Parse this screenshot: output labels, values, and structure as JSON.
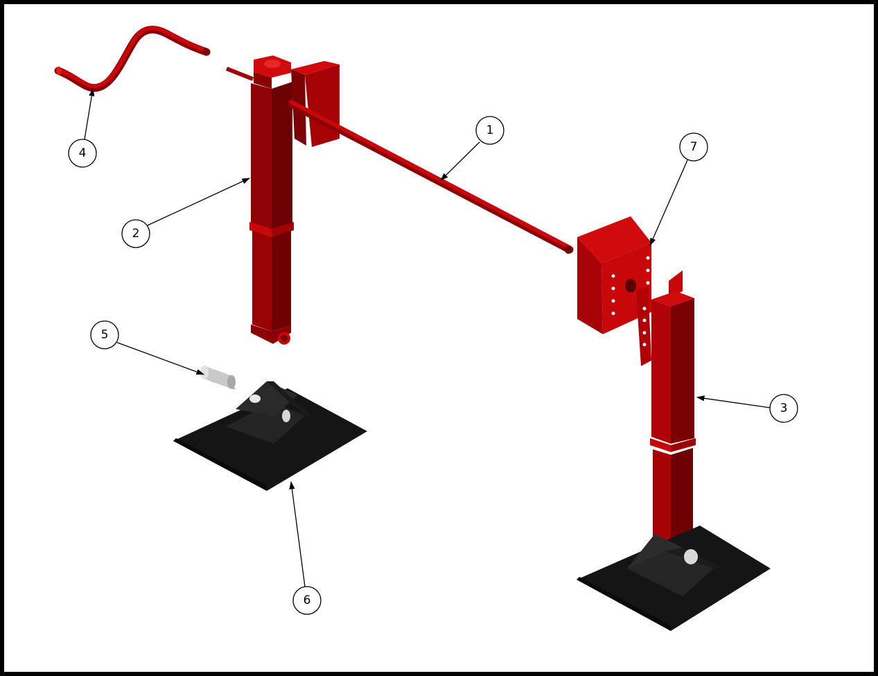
{
  "drawing": {
    "colors": {
      "frame": "#000000",
      "part_red": "#c8070b",
      "part_red_dark": "#7a0104",
      "part_red_light": "#e01a1c",
      "foot_black": "#151515",
      "pin_gray": "#c9c9c9"
    },
    "callouts": [
      {
        "id": "callout-1",
        "label": "1"
      },
      {
        "id": "callout-2",
        "label": "2"
      },
      {
        "id": "callout-3",
        "label": "3"
      },
      {
        "id": "callout-4",
        "label": "4"
      },
      {
        "id": "callout-5",
        "label": "5"
      },
      {
        "id": "callout-6",
        "label": "6"
      },
      {
        "id": "callout-7",
        "label": "7"
      }
    ]
  }
}
